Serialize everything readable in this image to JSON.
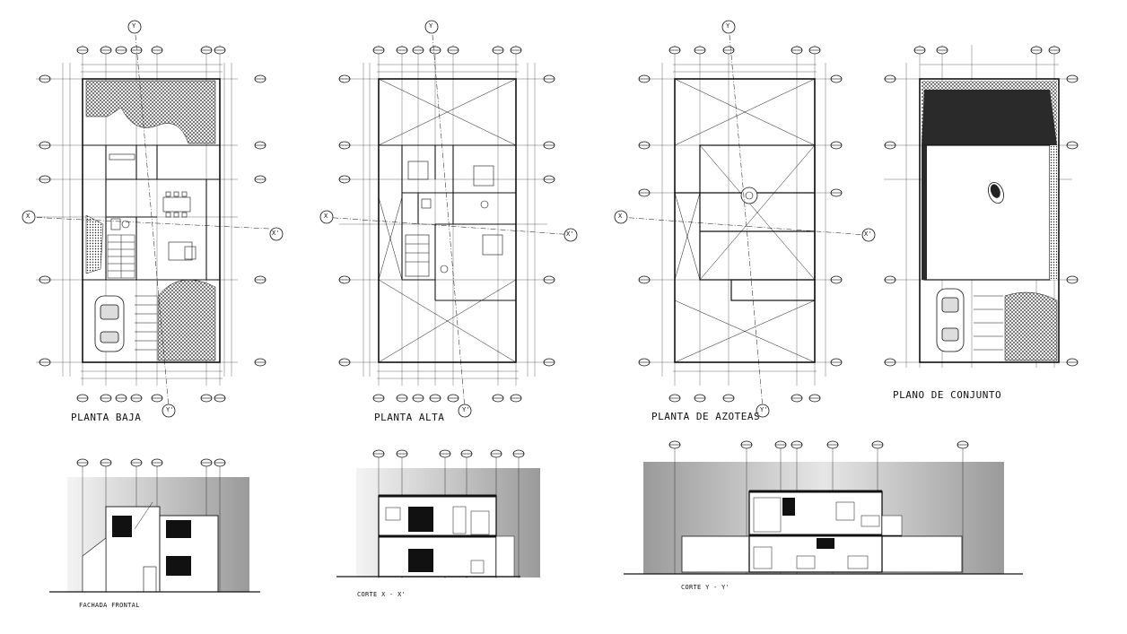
{
  "drawing": {
    "plans": {
      "planta_baja": "PLANTA BAJA",
      "planta_alta": "PLANTA ALTA",
      "planta_azoteas": "PLANTA DE AZOTEAS",
      "plano_conjunto": "PLANO DE CONJUNTO"
    },
    "elevations": {
      "fachada_frontal": "FACHADA FRONTAL",
      "corte_x": "CORTE  X - X'",
      "corte_y": "CORTE  Y - Y'"
    },
    "axis_markers": {
      "x": "X",
      "x_prime": "X'",
      "y": "Y",
      "y_prime": "Y'"
    },
    "colors": {
      "line": "#111111",
      "hatch": "#555555",
      "sky_gradient_top": "#9a9a9a",
      "sky_gradient_bottom": "#f4f4f4",
      "roof_fill": "#2a2a2a"
    }
  }
}
